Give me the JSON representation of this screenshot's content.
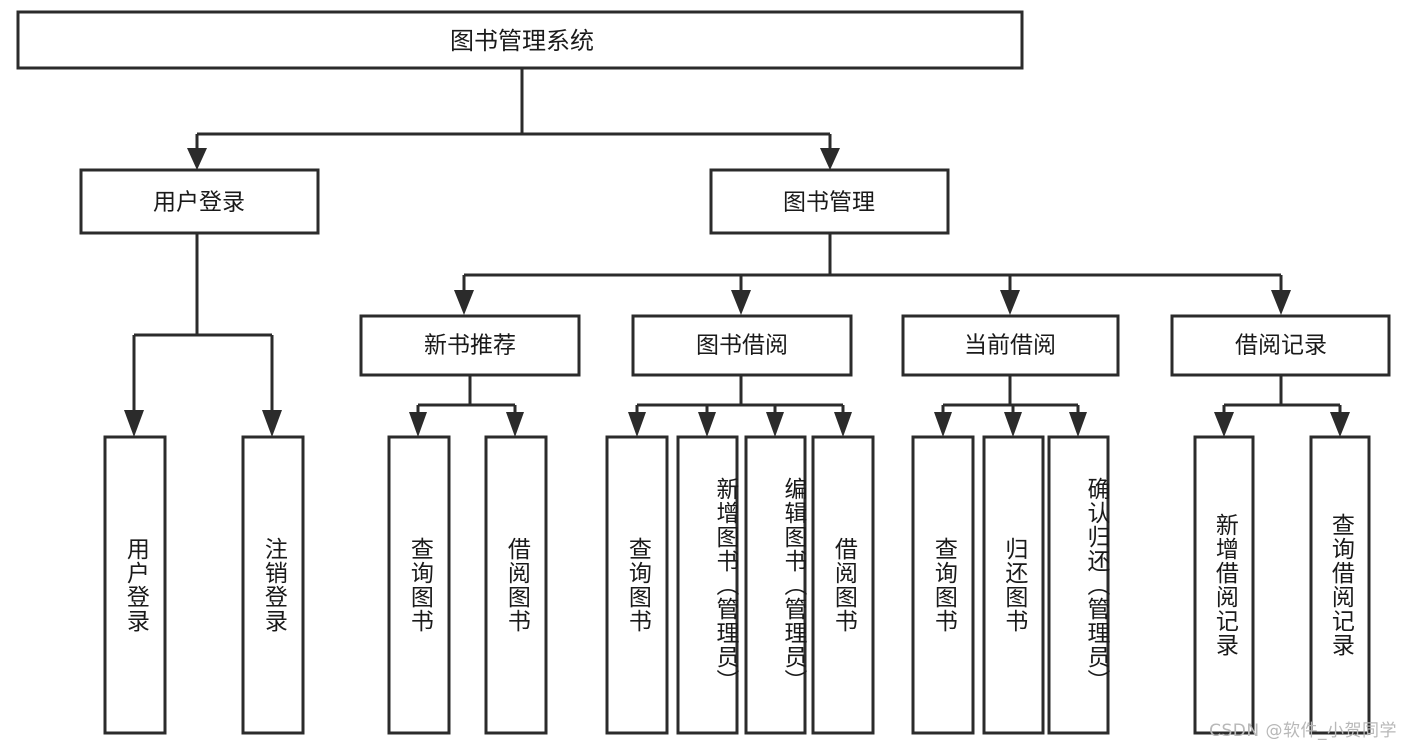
{
  "diagram": {
    "type": "tree-hierarchy",
    "orientation": "top-down",
    "background_color": "#ffffff",
    "box_stroke_color": "#2b2b2b",
    "box_fill_color": "#ffffff",
    "text_color": "#1a1a1a",
    "root": {
      "id": "root",
      "label": "图书管理系统"
    },
    "level2": [
      {
        "id": "user-login",
        "label": "用户登录"
      },
      {
        "id": "book-management",
        "label": "图书管理"
      }
    ],
    "level3": [
      {
        "id": "new-book-recommend",
        "label": "新书推荐",
        "parent": "book-management"
      },
      {
        "id": "book-borrow",
        "label": "图书借阅",
        "parent": "book-management"
      },
      {
        "id": "current-borrow",
        "label": "当前借阅",
        "parent": "book-management"
      },
      {
        "id": "borrow-record",
        "label": "借阅记录",
        "parent": "book-management"
      }
    ],
    "leaves": [
      {
        "id": "leaf-user-login",
        "label": "用户登录",
        "parent": "user-login"
      },
      {
        "id": "leaf-logout-login",
        "label": "注销登录",
        "parent": "user-login"
      },
      {
        "id": "leaf-query-book-1",
        "label": "查询图书",
        "parent": "new-book-recommend"
      },
      {
        "id": "leaf-borrow-book-1",
        "label": "借阅图书",
        "parent": "new-book-recommend"
      },
      {
        "id": "leaf-query-book-2",
        "label": "查询图书",
        "parent": "book-borrow"
      },
      {
        "id": "leaf-add-book",
        "label": "新增图书（管理员）",
        "parent": "book-borrow"
      },
      {
        "id": "leaf-edit-book",
        "label": "编辑图书（管理员）",
        "parent": "book-borrow"
      },
      {
        "id": "leaf-borrow-book-2",
        "label": "借阅图书",
        "parent": "book-borrow"
      },
      {
        "id": "leaf-query-book-3",
        "label": "查询图书",
        "parent": "current-borrow"
      },
      {
        "id": "leaf-return-book",
        "label": "归还图书",
        "parent": "current-borrow"
      },
      {
        "id": "leaf-confirm-return",
        "label": "确认归还（管理员）",
        "parent": "current-borrow"
      },
      {
        "id": "leaf-add-record",
        "label": "新增借阅记录",
        "parent": "borrow-record"
      },
      {
        "id": "leaf-query-record",
        "label": "查询借阅记录",
        "parent": "borrow-record"
      }
    ]
  },
  "watermark": {
    "text": "CSDN @软件_小贺同学"
  }
}
